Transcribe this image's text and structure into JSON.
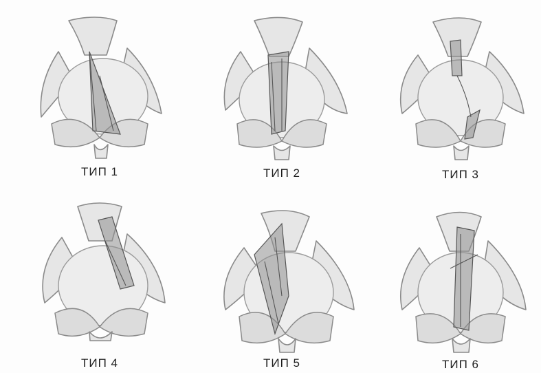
{
  "figures": [
    {
      "label": "ТИП 1"
    },
    {
      "label": "ТИП 2"
    },
    {
      "label": "ТИП 3"
    },
    {
      "label": "ТИП 4"
    },
    {
      "label": "ТИП 5"
    },
    {
      "label": "ТИП 6"
    }
  ]
}
